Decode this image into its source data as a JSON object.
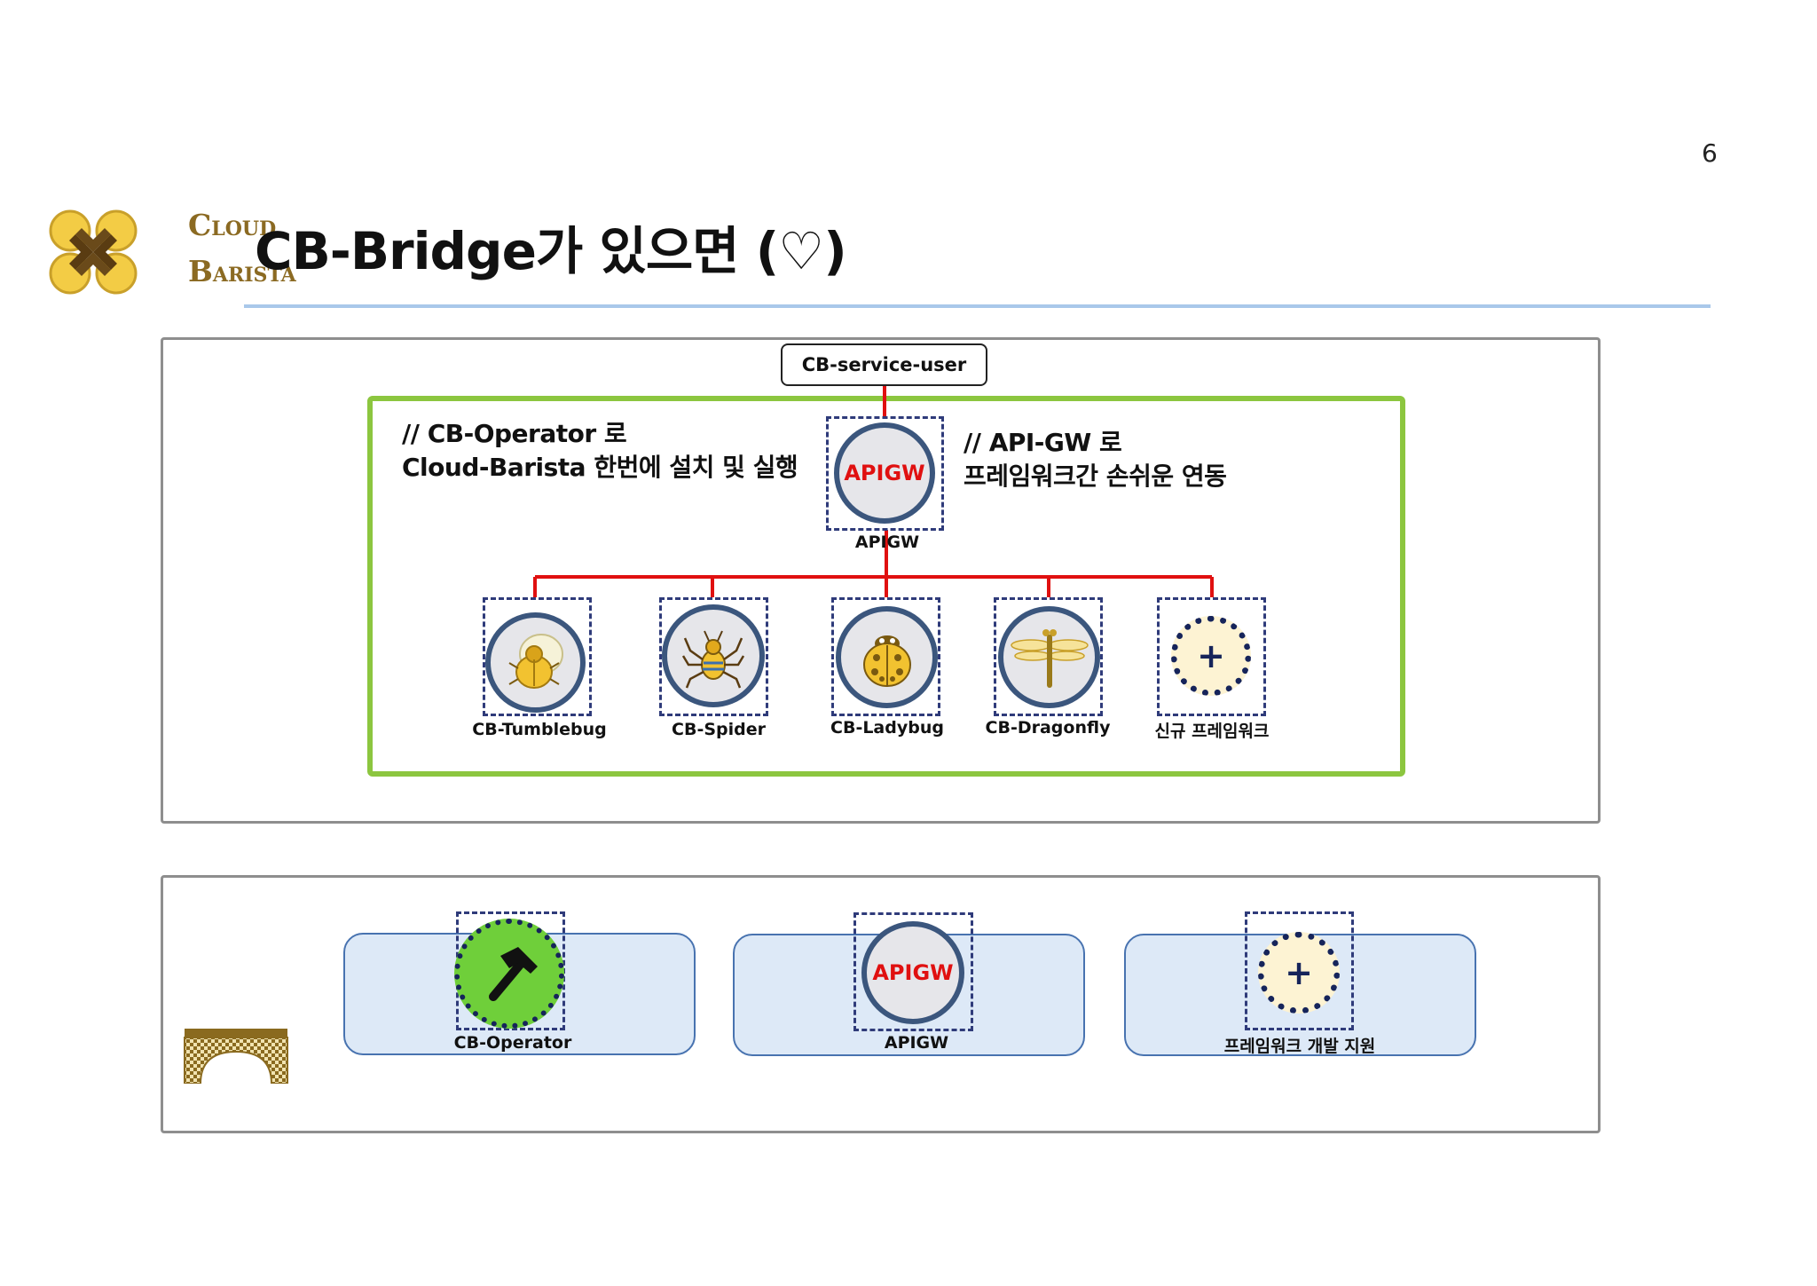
{
  "slide": {
    "page_number": "6",
    "title": "CB-Bridge가 있으면 (♡)"
  },
  "logo": {
    "line1_initial": "C",
    "line1_rest": "LOUD",
    "line2_initial": "B",
    "line2_rest": "ARISTA"
  },
  "top_panel": {
    "user_box": "CB-service-user",
    "left_note": {
      "line1": "// CB-Operator 로",
      "line2": "Cloud-Barista 한번에 설치 및 실행"
    },
    "right_note": {
      "line1": "// API-GW 로",
      "line2": "프레임워크간 손쉬운 연동"
    },
    "gateway": {
      "icon_text": "APIGW",
      "label": "APIGW"
    },
    "frameworks": [
      {
        "label": "CB-Tumblebug",
        "icon": "tumblebug-icon"
      },
      {
        "label": "CB-Spider",
        "icon": "spider-icon"
      },
      {
        "label": "CB-Ladybug",
        "icon": "ladybug-icon"
      },
      {
        "label": "CB-Dragonfly",
        "icon": "dragonfly-icon"
      },
      {
        "label": "신규 프레임워크",
        "icon": "plus-icon",
        "icon_text": "+"
      }
    ]
  },
  "bottom_panel": {
    "items": [
      {
        "label": "CB-Operator",
        "icon": "hammer-icon"
      },
      {
        "label": "APIGW",
        "icon_text": "APIGW"
      },
      {
        "label": "프레임워크 개발 지원",
        "icon": "plus-icon",
        "icon_text": "+"
      }
    ]
  },
  "colors": {
    "green_frame": "#8cc63f",
    "connector_red": "#e01010",
    "title_rule": "#a9c8ea",
    "dashed_border": "#2f3b7a"
  }
}
